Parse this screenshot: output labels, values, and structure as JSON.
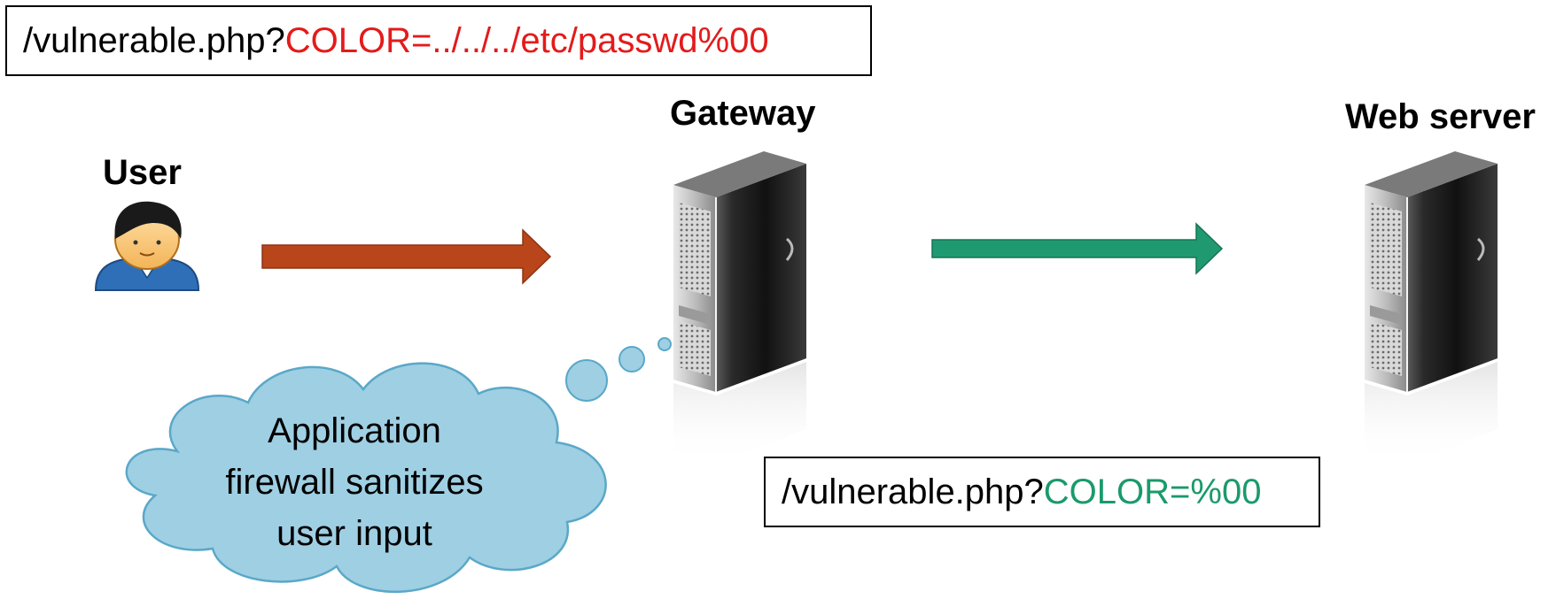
{
  "request_top": {
    "prefix": "/vulnerable.php?",
    "param": "COLOR=../../../etc/passwd%00",
    "param_color": "#e31b1b"
  },
  "request_bottom": {
    "prefix": "/vulnerable.php?",
    "param": "COLOR=%00",
    "param_color": "#1a9a6c"
  },
  "nodes": {
    "user": "User",
    "gateway": "Gateway",
    "web_server": "Web server"
  },
  "thought": {
    "lines": [
      "Application",
      "firewall sanitizes",
      "user input"
    ],
    "fill": "#9fcfe3"
  },
  "arrows": {
    "user_to_gateway": "#b8461a",
    "gateway_to_server": "#1f9a70"
  }
}
